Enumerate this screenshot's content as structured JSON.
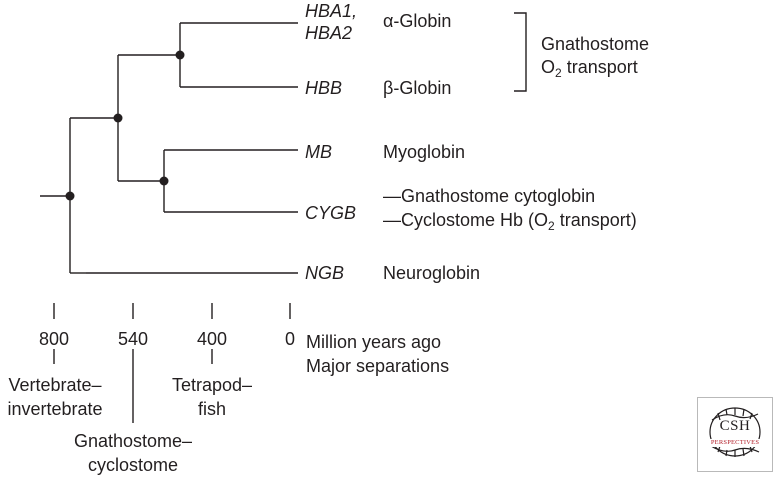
{
  "genes": {
    "hba": [
      "HBA1,",
      "HBA2"
    ],
    "hbb": "HBB",
    "mb": "MB",
    "cygb": "CYGB",
    "ngb": "NGB"
  },
  "proteins": {
    "alpha": "α-Globin",
    "beta": "β-Globin",
    "myoglobin": "Myoglobin",
    "cytoglobin": "—Gnathostome cytoglobin",
    "cyclostome_prefix": "—Cyclostome Hb (O",
    "cyclostome_sub": "2",
    "cyclostome_suffix": " transport)",
    "neuroglobin": "Neuroglobin"
  },
  "bracket_label": {
    "line1": "Gnathostome",
    "line2_prefix": "O",
    "line2_sub": "2",
    "line2_suffix": " transport"
  },
  "time_axis": {
    "ticks": [
      "800",
      "540",
      "400",
      "0"
    ],
    "unit_label": "Million years ago",
    "separations_label": "Major separations"
  },
  "separations": {
    "vertebrate_invertebrate": [
      "Vertebrate–",
      "invertebrate"
    ],
    "gnathostome_cyclostome": [
      "Gnathostome–",
      "cyclostome"
    ],
    "tetrapod_fish": [
      "Tetrapod–",
      "fish"
    ]
  },
  "logo": {
    "line1": "CSH",
    "line2": "PERSPECTIVES",
    "accent_color": "#b21d28"
  },
  "colors": {
    "ink": "#231f20"
  }
}
